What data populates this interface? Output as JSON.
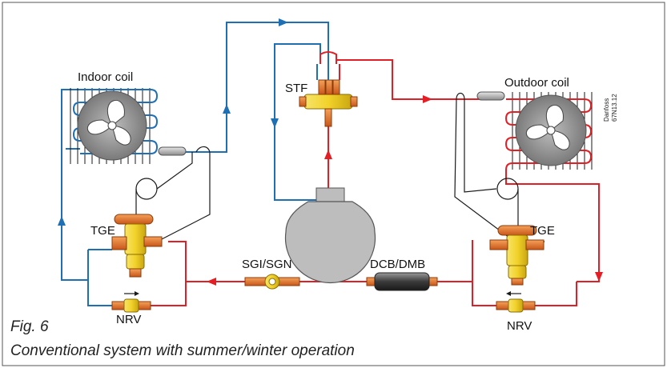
{
  "labels": {
    "indoor_coil": "Indoor coil",
    "outdoor_coil": "Outdoor coil",
    "stf": "STF",
    "tge_left": "TGE",
    "tge_right": "TGE",
    "sgi": "SGI/SGN",
    "dcb": "DCB/DMB",
    "nrv_left": "NRV",
    "nrv_right": "NRV",
    "brand": "Danfoss",
    "code": "67N13.12"
  },
  "caption": {
    "fig": "Fig. 6",
    "text": "Conventional system with summer/winter operation"
  },
  "colors": {
    "blue": "#1f6fb5",
    "red": "#e31e24",
    "black": "#1a1a1a",
    "valve_yellow": "#f2d22a",
    "valve_orange": "#e8772a",
    "compressor_gray": "#bdbdbd"
  }
}
